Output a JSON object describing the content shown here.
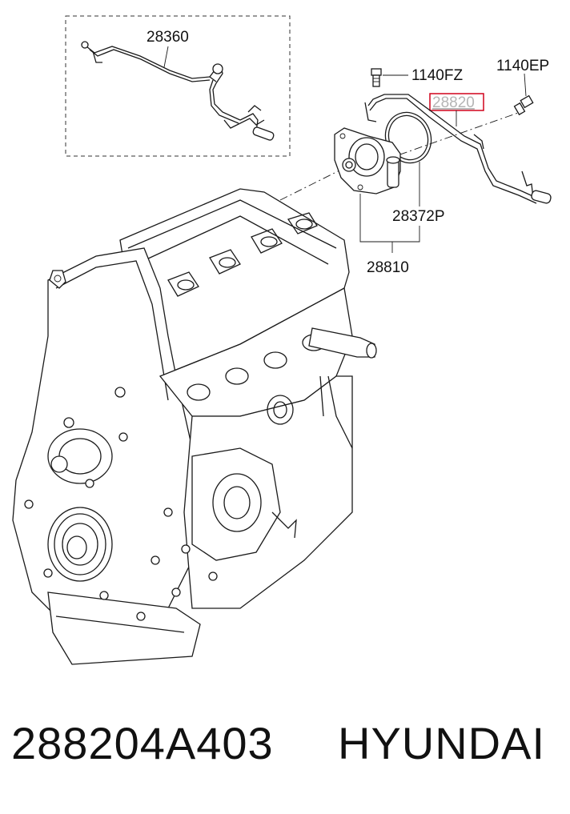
{
  "diagram": {
    "labels": {
      "p28360": "28360",
      "p1140fz": "1140FZ",
      "p1140ep": "1140EP",
      "p28820": "28820",
      "p28372p": "28372P",
      "p28810": "28810"
    },
    "highlight_color": "#d0021b"
  },
  "footer": {
    "part_number": "288204A403",
    "brand": "HYUNDAI"
  }
}
